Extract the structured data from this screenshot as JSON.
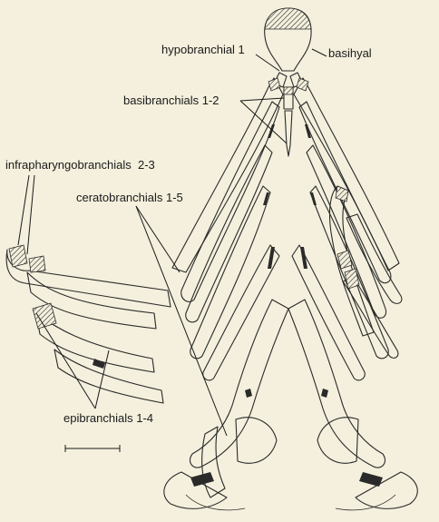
{
  "labels": {
    "hypobranchial": "hypobranchial 1",
    "basihyal": "basihyal",
    "basibranchials": "basibranchials 1-2",
    "infrapharyngobranchials": "infrapharyngobranchials  2-3",
    "ceratobranchials": "ceratobranchials 1-5",
    "epibranchials": "epibranchials 1-4"
  },
  "colors": {
    "background": "#f4f0dd",
    "ink": "#2a2a2a"
  }
}
